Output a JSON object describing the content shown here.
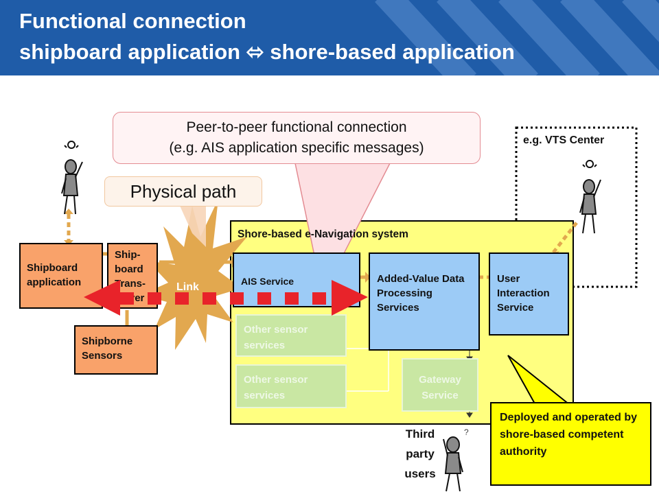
{
  "title": {
    "line1": "Functional connection",
    "line2": "shipboard application ⬄ shore-based application"
  },
  "callouts": {
    "peer_line1": "Peer-to-peer functional connection",
    "peer_line2": "(e.g. AIS application specific messages)",
    "physical_path": "Physical path",
    "vts_center": "e.g. VTS Center",
    "deployed": "Deployed and operated by shore-based competent authority"
  },
  "shipboard": {
    "application": "Shipboard application",
    "transceiver": "Ship-board Trans-ceiver",
    "sensors": "Shipborne Sensors"
  },
  "link_label": "Link",
  "shore": {
    "system_title": "Shore-based e-Navigation system",
    "ais_service": "AIS Service",
    "added_value": "Added-Value Data Processing Services",
    "user_interaction": "User Interaction Service",
    "other_sensor_1": "Other sensor services",
    "other_sensor_2": "Other sensor services",
    "gateway": "Gateway Service"
  },
  "third_party": "Third party users",
  "icons": [
    "lightbulb-person-icon",
    "question-person-icon"
  ],
  "colors": {
    "banner": "#1f5ca8",
    "shore_fill": "#ffff80",
    "orange_box": "#f9a26a",
    "blue_box": "#9ccbf6",
    "connector": "#e2a84f",
    "signal_red": "#e8232a",
    "yellow_callout": "#ffff00"
  }
}
